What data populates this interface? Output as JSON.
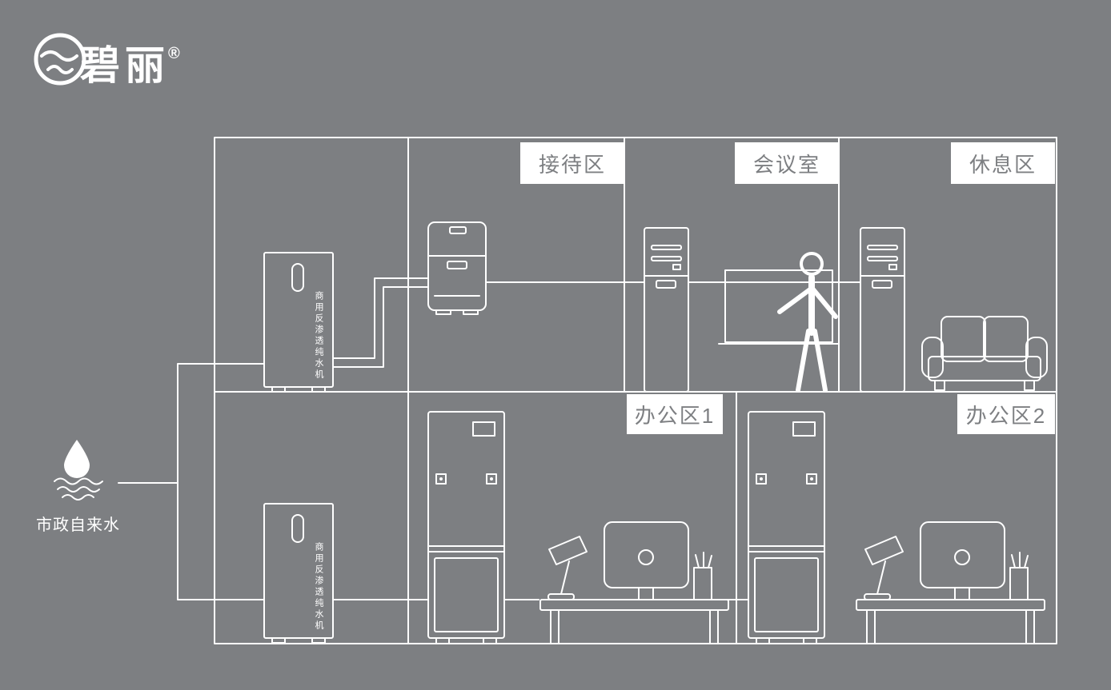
{
  "colors": {
    "background": "#7d7f82",
    "line": "#ffffff",
    "label_bg": "#ffffff",
    "label_text": "#7d7f82"
  },
  "logo": {
    "brand": "碧丽",
    "registered": "®"
  },
  "water_source": {
    "label": "市政自来水"
  },
  "rooms": {
    "reception": {
      "label": "接待区"
    },
    "meeting": {
      "label": "会议室"
    },
    "rest": {
      "label": "休息区"
    },
    "office1": {
      "label": "办公区1"
    },
    "office2": {
      "label": "办公区2"
    }
  },
  "equipment": {
    "ro_machine_label": "商用反渗透纯水机"
  }
}
